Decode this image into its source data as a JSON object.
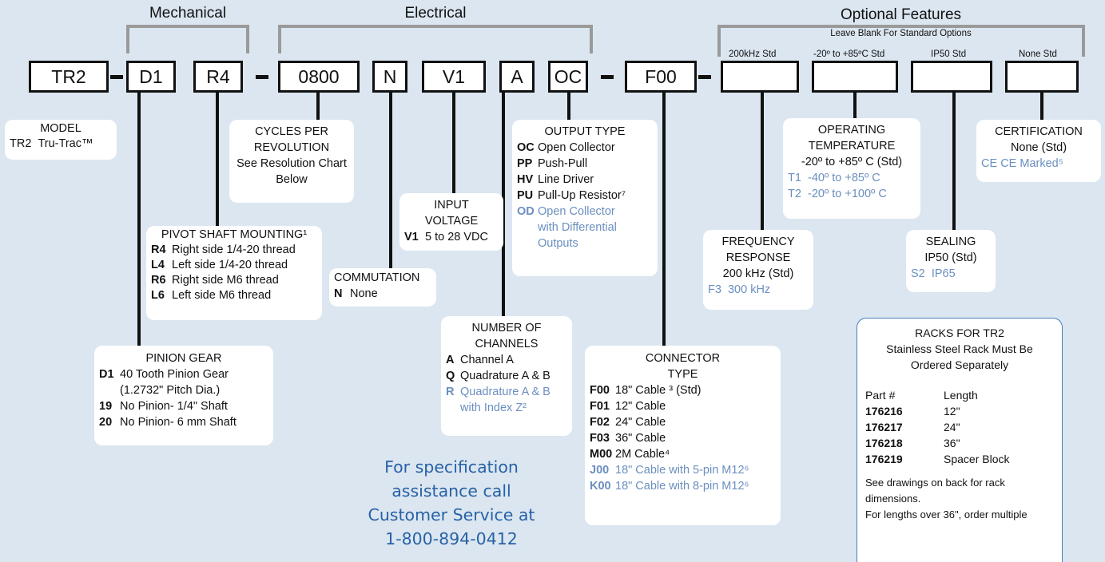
{
  "headers": {
    "mechanical": "Mechanical",
    "electrical": "Electrical",
    "optional": "Optional Features",
    "optional_sub": "Leave Blank For Standard Options"
  },
  "codes": {
    "model": "TR2",
    "gear": "D1",
    "mount": "R4",
    "cpr": "0800",
    "comm": "N",
    "volt": "V1",
    "chan": "A",
    "out": "OC",
    "conn": "F00",
    "freq": "",
    "temp": "",
    "seal": "",
    "cert": ""
  },
  "std_labels": {
    "freq": "200kHz Std",
    "temp": "-20º to +85ºC Std",
    "seal": "IP50 Std",
    "cert": "None Std"
  },
  "model": {
    "title": "MODEL",
    "line_code": "TR2",
    "line_text": "Tru-Trac™"
  },
  "cycles": {
    "t1": "CYCLES PER",
    "t2": "REVOLUTION",
    "t3": "See Resolution Chart",
    "t4": "Below"
  },
  "pivot": {
    "title": "PIVOT SHAFT MOUNTING¹",
    "items": [
      {
        "code": "R4",
        "text": "Right side 1/4-20 thread"
      },
      {
        "code": "L4",
        "text": "Left side 1/4-20 thread"
      },
      {
        "code": "R6",
        "text": "Right side M6 thread"
      },
      {
        "code": "L6",
        "text": "Left side M6 thread"
      }
    ]
  },
  "commutation": {
    "title": "COMMUTATION",
    "code": "N",
    "text": "None"
  },
  "voltage": {
    "t1": "INPUT",
    "t2": "VOLTAGE",
    "code": "V1",
    "text": "5 to 28 VDC"
  },
  "output": {
    "title": "OUTPUT TYPE",
    "items": [
      {
        "code": "OC",
        "text": "Open Collector"
      },
      {
        "code": "PP",
        "text": "Push-Pull"
      },
      {
        "code": "HV",
        "text": "Line Driver"
      },
      {
        "code": "PU",
        "text": "Pull-Up Resistor⁷"
      }
    ],
    "opt_code": "OD",
    "opt_l1": "Open Collector",
    "opt_l2": "with Differential",
    "opt_l3": "Outputs"
  },
  "pinion": {
    "title": "PINION GEAR",
    "items": [
      {
        "code": "D1",
        "text": "40 Tooth Pinion Gear"
      },
      {
        "code": "",
        "text": "(1.2732\" Pitch Dia.)"
      },
      {
        "code": "19",
        "text": "No Pinion- 1/4\" Shaft"
      },
      {
        "code": "20",
        "text": "No Pinion- 6 mm Shaft"
      }
    ]
  },
  "channels": {
    "t1": "NUMBER OF",
    "t2": "CHANNELS",
    "items": [
      {
        "code": "A",
        "text": "Channel A"
      },
      {
        "code": "Q",
        "text": "Quadrature A & B"
      }
    ],
    "opt_code": "R",
    "opt_l1": "Quadrature A & B",
    "opt_l2": "with Index Z²"
  },
  "connector": {
    "t1": "CONNECTOR",
    "t2": "TYPE",
    "items": [
      {
        "code": "F00",
        "text": "18\" Cable ³ (Std)"
      },
      {
        "code": "F01",
        "text": "12\" Cable"
      },
      {
        "code": "F02",
        "text": "24\" Cable"
      },
      {
        "code": "F03",
        "text": "36\" Cable"
      },
      {
        "code": "M00",
        "text": "2M Cable⁴"
      }
    ],
    "opt": [
      {
        "code": "J00",
        "text": "18\" Cable with 5-pin M12⁶"
      },
      {
        "code": "K00",
        "text": "18\" Cable with 8-pin M12⁶"
      }
    ]
  },
  "frequency": {
    "t1": "FREQUENCY",
    "t2": "RESPONSE",
    "std": "200 kHz (Std)",
    "opt_code": "F3",
    "opt_text": "300 kHz"
  },
  "temperature": {
    "t1": "OPERATING",
    "t2": "TEMPERATURE",
    "std": "-20º to +85º C (Std)",
    "opts": [
      {
        "code": "T1",
        "text": "-40º to +85º C"
      },
      {
        "code": "T2",
        "text": "-20º to +100º C"
      }
    ]
  },
  "sealing": {
    "title": "SEALING",
    "std": "IP50 (Std)",
    "opt_code": "S2",
    "opt_text": "IP65"
  },
  "certification": {
    "title": "CERTIFICATION",
    "std": "None (Std)",
    "opt_code": "CE",
    "opt_text": "CE Marked⁵"
  },
  "racks": {
    "t1": "RACKS FOR TR2",
    "t2": "Stainless Steel Rack Must Be",
    "t3": "Ordered Separately",
    "col1": "Part #",
    "col2": "Length",
    "rows": [
      {
        "part": "176216",
        "len": "12\""
      },
      {
        "part": "176217",
        "len": "24\""
      },
      {
        "part": "176218",
        "len": "36\""
      },
      {
        "part": "176219",
        "len": "Spacer Block"
      }
    ],
    "note1": "See drawings on back for rack",
    "note2": "dimensions.",
    "note3": "For lengths over 36\", order multiple"
  },
  "phone": {
    "l1": "For specification",
    "l2": "assistance call",
    "l3": "Customer Service at",
    "l4": "1-800-894-0412"
  }
}
